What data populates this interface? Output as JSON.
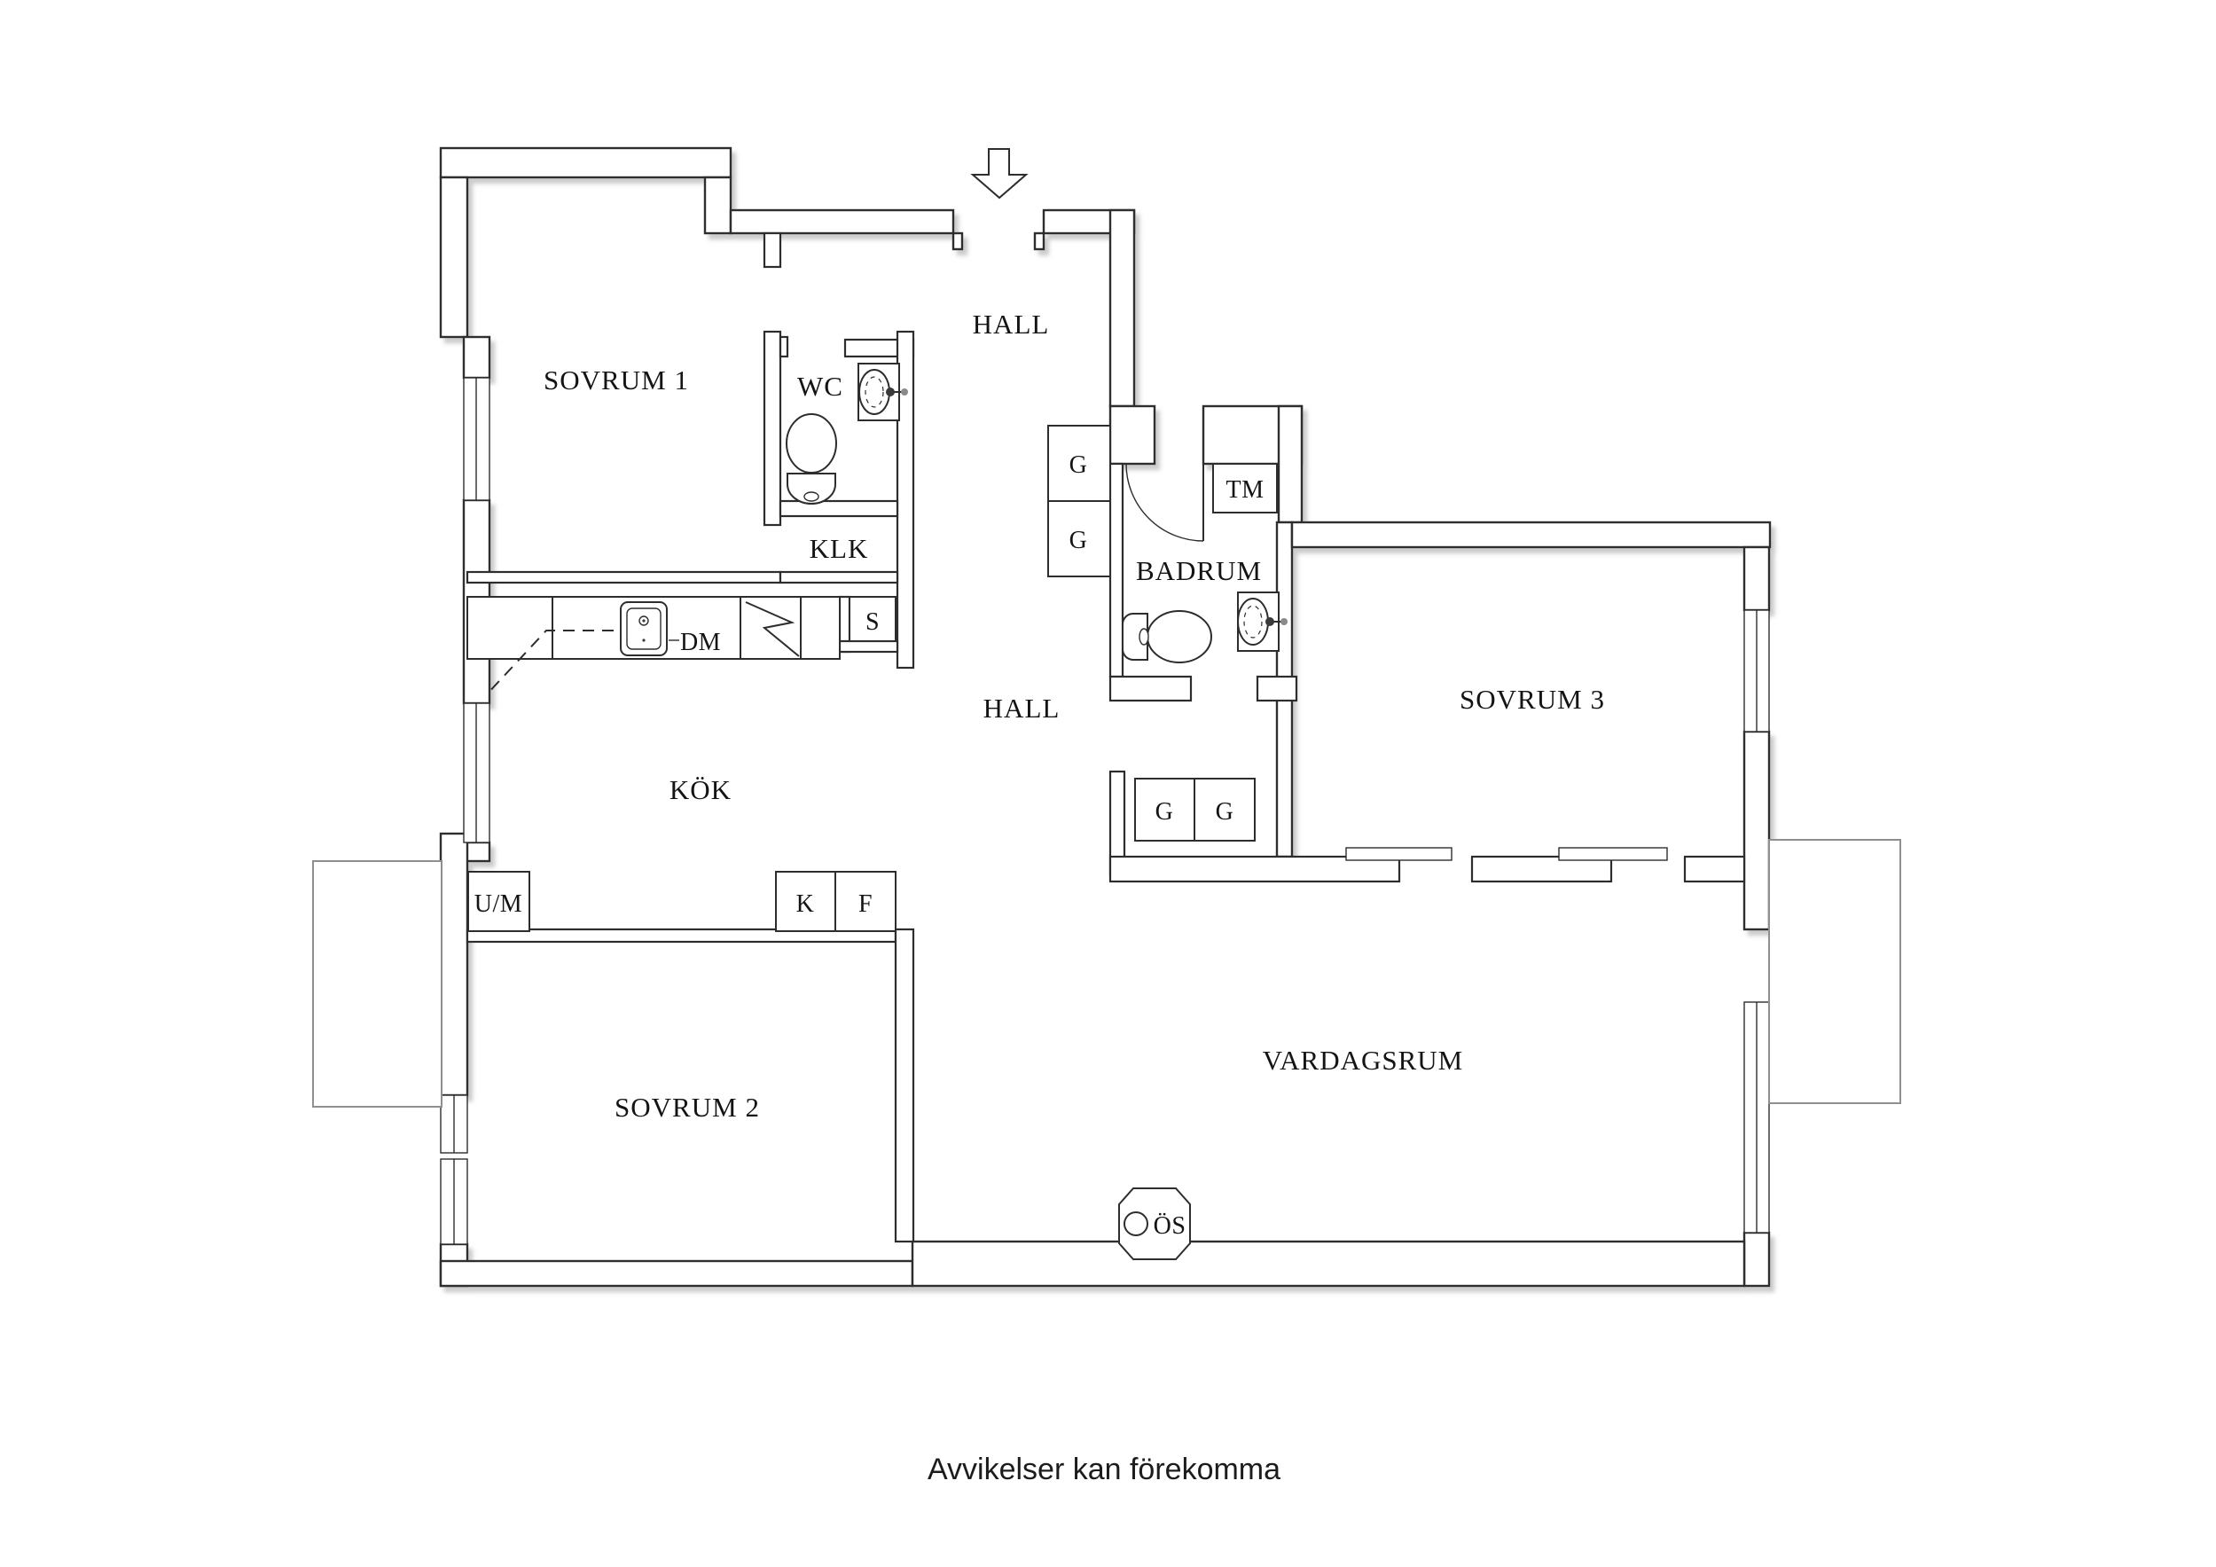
{
  "page": {
    "background": "#ffffff",
    "footer_note": "Avvikelser kan förekomma"
  },
  "palette": {
    "wall_line": "#2d2d2d",
    "label_text": "#141414",
    "balcony_line": "#8f8f8f",
    "shadow": "#9a9a9a"
  },
  "entrance": {
    "symbol": "arrow-down"
  },
  "rooms": [
    {
      "id": "sovrum-1",
      "label": "SOVRUM 1"
    },
    {
      "id": "wc",
      "label": "WC"
    },
    {
      "id": "hall-upper",
      "label": "HALL"
    },
    {
      "id": "klk",
      "label": "KLK"
    },
    {
      "id": "badrum",
      "label": "BADRUM"
    },
    {
      "id": "sovrum-3",
      "label": "SOVRUM 3"
    },
    {
      "id": "hall-lower",
      "label": "HALL"
    },
    {
      "id": "kok",
      "label": "KÖK"
    },
    {
      "id": "sovrum-2",
      "label": "SOVRUM 2"
    },
    {
      "id": "vardagsrum",
      "label": "VARDAGSRUM"
    }
  ],
  "storage_units": [
    {
      "id": "g-hall-1",
      "label": "G"
    },
    {
      "id": "g-hall-2",
      "label": "G"
    },
    {
      "id": "tm",
      "label": "TM"
    },
    {
      "id": "s",
      "label": "S"
    },
    {
      "id": "g-corridor-1",
      "label": "G"
    },
    {
      "id": "g-corridor-2",
      "label": "G"
    }
  ],
  "appliances": [
    {
      "id": "dm",
      "label": "DM"
    },
    {
      "id": "um",
      "label": "U/M"
    },
    {
      "id": "k",
      "label": "K"
    },
    {
      "id": "f",
      "label": "F"
    },
    {
      "id": "os",
      "label": "ÖS"
    }
  ]
}
